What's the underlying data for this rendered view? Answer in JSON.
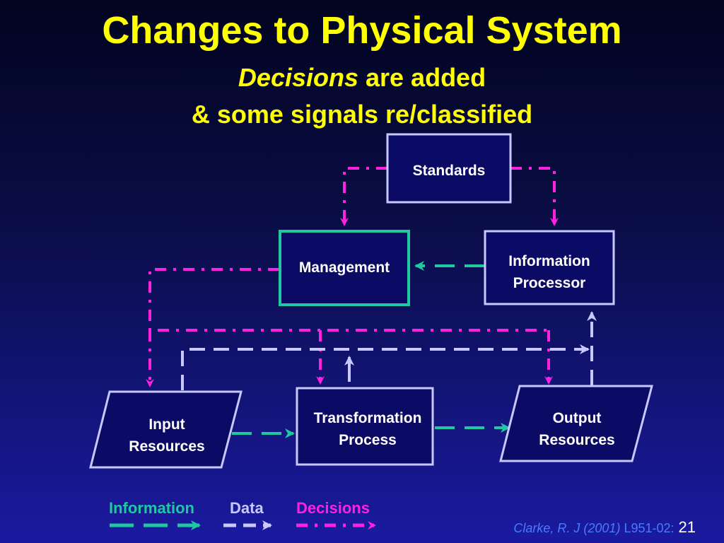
{
  "title": "Changes to Physical System",
  "subtitle": {
    "line1_emphasis": "Decisions",
    "line1_rest": " are added",
    "line2": "& some signals re/classified"
  },
  "nodes": {
    "standards": "Standards",
    "management": "Management",
    "info_processor_line1": "Information",
    "info_processor_line2": "Processor",
    "input_line1": "Input",
    "input_line2": "Resources",
    "transform_line1": "Transformation",
    "transform_line2": "Process",
    "output_line1": "Output",
    "output_line2": "Resources"
  },
  "legend": {
    "information": "Information",
    "data": "Data",
    "decisions": "Decisions"
  },
  "colors": {
    "information": "#20c8a0",
    "data": "#c8c8ff",
    "decisions": "#ff20e0",
    "title": "#ffff00"
  },
  "footer": {
    "citation": "Clarke, R. J (2001)",
    "code": " L951-02:",
    "page": "21"
  }
}
